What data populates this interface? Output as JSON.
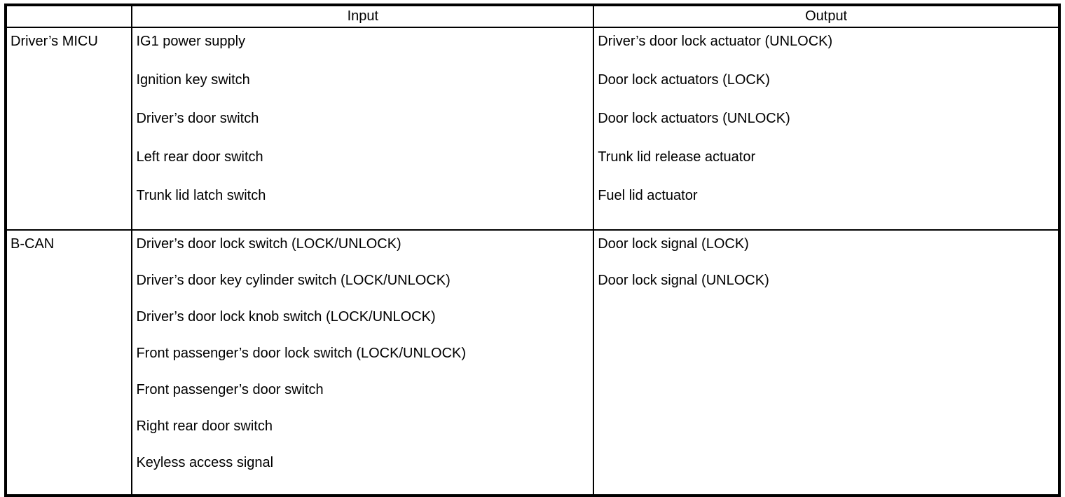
{
  "table": {
    "headers": {
      "source": "",
      "input": "Input",
      "output": "Output"
    },
    "rows": [
      {
        "source": "Driver’s MICU",
        "inputs": [
          "IG1 power supply",
          "Ignition key switch",
          "Driver’s door switch",
          "Left rear door switch",
          "Trunk lid latch switch"
        ],
        "outputs": [
          "Driver’s door lock actuator (UNLOCK)",
          "Door lock actuators (LOCK)",
          "Door lock actuators (UNLOCK)",
          "Trunk lid release actuator",
          "Fuel lid actuator"
        ]
      },
      {
        "source": "B-CAN",
        "inputs": [
          "Driver’s door lock switch (LOCK/UNLOCK)",
          "Driver’s door key cylinder switch (LOCK/UNLOCK)",
          "Driver’s door lock knob switch (LOCK/UNLOCK)",
          "Front passenger’s door lock switch (LOCK/UNLOCK)",
          "Front passenger’s door switch",
          "Right rear door switch",
          "Keyless access signal"
        ],
        "outputs": [
          "Door lock signal (LOCK)",
          "Door lock signal (UNLOCK)"
        ]
      }
    ]
  },
  "colors": {
    "border": "#000000",
    "background": "#ffffff",
    "text": "#000000"
  }
}
